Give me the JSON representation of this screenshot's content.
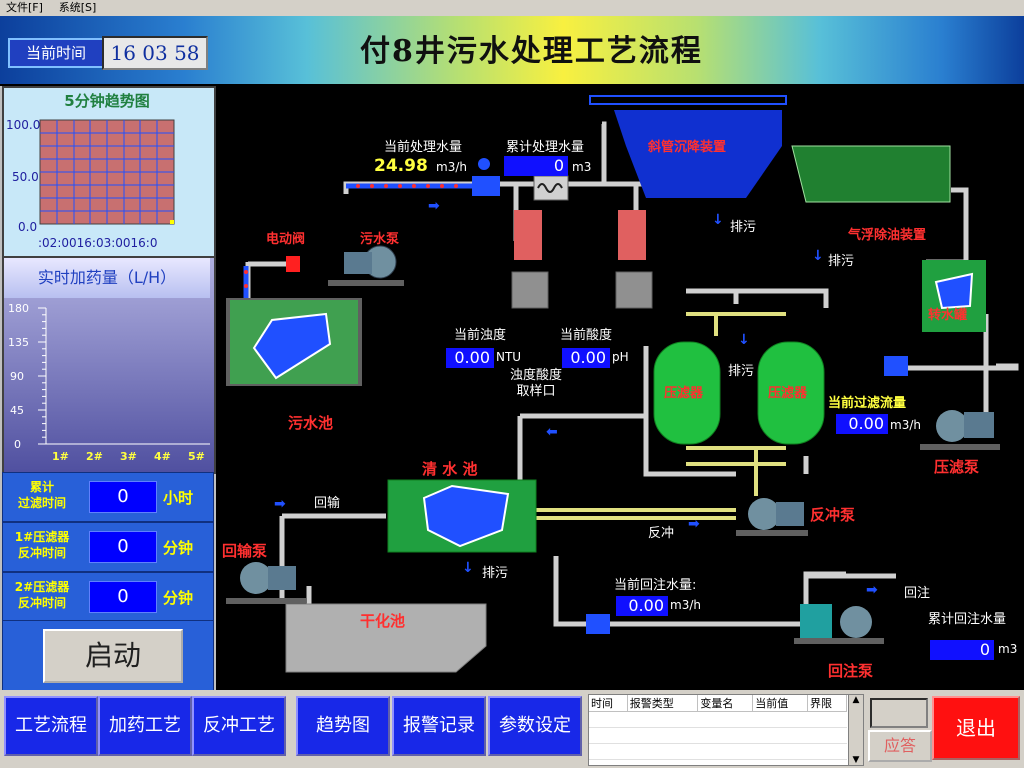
{
  "menu": {
    "file": "文件[F]",
    "system": "系统[S]"
  },
  "header": {
    "time_label": "当前时间",
    "time": "16 03 58",
    "title": "付8井污水处理工艺流程"
  },
  "trend": {
    "title": "5分钟趋势图",
    "y_ticks": [
      "100.0",
      "50.0",
      "0.0"
    ],
    "x_labels": ":02:0016:03:0016:0"
  },
  "dose": {
    "title": "实时加药量（L/H）",
    "y_ticks": [
      "180",
      "135",
      "90",
      "45",
      "0"
    ],
    "x_labels": [
      "1#",
      "2#",
      "3#",
      "4#",
      "5#"
    ]
  },
  "left_rows": [
    {
      "label": "累计\n过滤时间",
      "value": "0",
      "unit": "小时"
    },
    {
      "label": "1#压滤器\n反冲时间",
      "value": "0",
      "unit": "分钟"
    },
    {
      "label": "2#压滤器\n反冲时间",
      "value": "0",
      "unit": "分钟"
    }
  ],
  "start_label": "启动",
  "process": {
    "cur_flow_label": "当前处理水量",
    "cur_flow_value": "24.98",
    "cur_flow_unit": "m3/h",
    "total_flow_label": "累计处理水量",
    "total_flow_value": "0",
    "total_flow_unit": "m3",
    "inclined_settler": "斜管沉降装置",
    "flotation": "气浮除油装置",
    "discharge": "排污",
    "electric_valve": "电动阀",
    "sewage_pump": "污水泵",
    "sewage_pool": "污水池",
    "turbidity_label": "当前浊度",
    "turbidity_value": "0.00",
    "turbidity_unit": "NTU",
    "acidity_label": "当前酸度",
    "acidity_value": "0.00",
    "acidity_unit": "pH",
    "sampling_port": "浊度酸度\n取样口",
    "press_filter": "压滤器",
    "relay_tank": "转水罐",
    "filter_flow_label": "当前过滤流量",
    "filter_flow_value": "0.00",
    "filter_flow_unit": "m3/h",
    "press_pump": "压滤泵",
    "clear_pool": "清 水 池",
    "return_label": "回输",
    "return_pump": "回输泵",
    "backwash_label": "反冲",
    "backwash_pump": "反冲泵",
    "dry_pool": "干化池",
    "reinject_label": "当前回注水量:",
    "reinject_value": "0.00",
    "reinject_unit": "m3/h",
    "reinject": "回注",
    "total_reinject_label": "累计回注水量",
    "total_reinject_value": "0",
    "total_reinject_unit": "m3",
    "reinject_pump": "回注泵"
  },
  "nav": [
    "工艺流程",
    "加药工艺",
    "反冲工艺",
    "趋势图",
    "报警记录",
    "参数设定"
  ],
  "alarm_headers": [
    "时间",
    "报警类型",
    "变量名",
    "当前值",
    "界限"
  ],
  "ack_label": "应答",
  "exit_label": "退出",
  "colors": {
    "nav_blue": "#1828e8",
    "exit_red": "#ff1010",
    "value_blue": "#1010ff",
    "label_red": "#ff3030"
  }
}
